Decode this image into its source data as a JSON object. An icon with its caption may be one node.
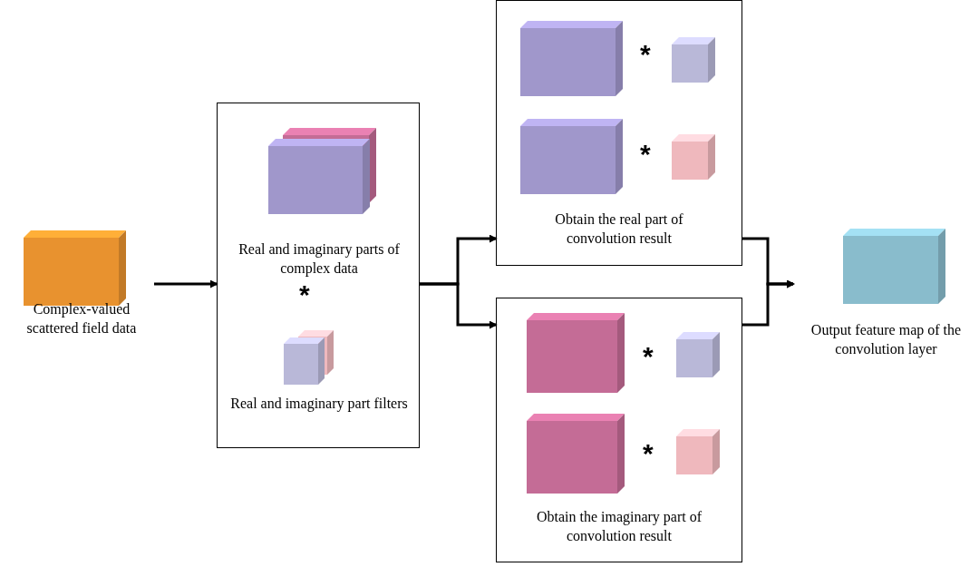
{
  "diagram": {
    "nodes": [
      {
        "text": [
          "Complex-valued scattered field data"
        ]
      },
      {
        "text": [],
        "shape": "box"
      },
      {
        "text": [
          "Real and imaginary parts of complex data"
        ],
        "in": 1
      },
      {
        "text": [
          "Real and imaginary part filters"
        ],
        "in": 1
      },
      {
        "text": [
          "Obtain the real part of convolution result"
        ]
      },
      {
        "text": [
          "Obtain the imaginary part of convolution result"
        ]
      },
      {
        "text": [
          "Output feature map of the convolution layer"
        ]
      }
    ],
    "edges": [
      {
        "from": 0,
        "to": 1,
        "arrow": "to"
      },
      {
        "from": 1,
        "to": 4,
        "arrow": "to"
      },
      {
        "from": 1,
        "to": 5,
        "arrow": "to"
      },
      {
        "from": 4,
        "to": 6,
        "arrow": "to"
      },
      {
        "from": 5,
        "to": 6,
        "arrow": "to"
      }
    ],
    "labels": [
      "*",
      "*",
      "*",
      "*",
      "*"
    ]
  }
}
